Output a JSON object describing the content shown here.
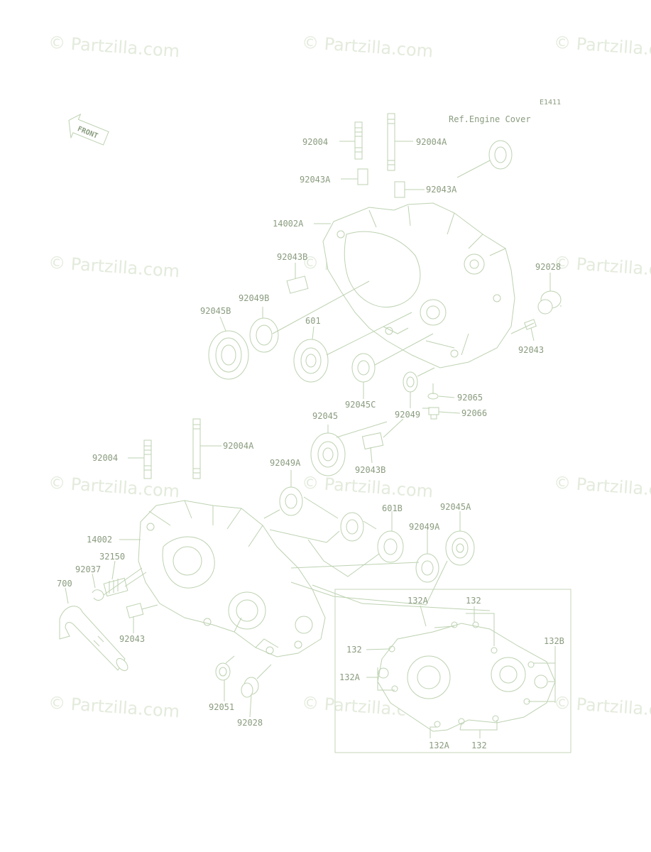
{
  "diagram": {
    "code": "E1411",
    "ref_note": "Ref.Engine Cover",
    "front_label": "FRONT",
    "watermark": "© Partzilla.com",
    "colors": {
      "line": "#bdd2b1",
      "text": "#8a9c7f",
      "frame": "#c4d6ba",
      "watermark": "#e3ebdc"
    },
    "labels": [
      {
        "id": "l01",
        "text": "92004"
      },
      {
        "id": "l02",
        "text": "92004A"
      },
      {
        "id": "l03",
        "text": "92043A"
      },
      {
        "id": "l04",
        "text": "92043A"
      },
      {
        "id": "l05",
        "text": "14002A"
      },
      {
        "id": "l06",
        "text": "92043B"
      },
      {
        "id": "l07",
        "text": "92028"
      },
      {
        "id": "l08",
        "text": "92049B"
      },
      {
        "id": "l09",
        "text": "92045B"
      },
      {
        "id": "l10",
        "text": "601"
      },
      {
        "id": "l11",
        "text": "92043"
      },
      {
        "id": "l12",
        "text": "92045C"
      },
      {
        "id": "l13",
        "text": "92065"
      },
      {
        "id": "l14",
        "text": "92049"
      },
      {
        "id": "l15",
        "text": "92066"
      },
      {
        "id": "l16",
        "text": "92045"
      },
      {
        "id": "l17",
        "text": "92043B"
      },
      {
        "id": "l18",
        "text": "92004"
      },
      {
        "id": "l19",
        "text": "92004A"
      },
      {
        "id": "l20",
        "text": "92049A"
      },
      {
        "id": "l21",
        "text": "601B"
      },
      {
        "id": "l22",
        "text": "92045A"
      },
      {
        "id": "l23",
        "text": "92049A"
      },
      {
        "id": "l24",
        "text": "14002"
      },
      {
        "id": "l25",
        "text": "32150"
      },
      {
        "id": "l26",
        "text": "92037"
      },
      {
        "id": "l27",
        "text": "700"
      },
      {
        "id": "l28",
        "text": "92043"
      },
      {
        "id": "l29",
        "text": "92051"
      },
      {
        "id": "l30",
        "text": "92028"
      },
      {
        "id": "l31",
        "text": "132A"
      },
      {
        "id": "l32",
        "text": "132"
      },
      {
        "id": "l33",
        "text": "132"
      },
      {
        "id": "l34",
        "text": "132B"
      },
      {
        "id": "l35",
        "text": "132A"
      },
      {
        "id": "l36",
        "text": "132A"
      },
      {
        "id": "l37",
        "text": "132"
      }
    ]
  }
}
